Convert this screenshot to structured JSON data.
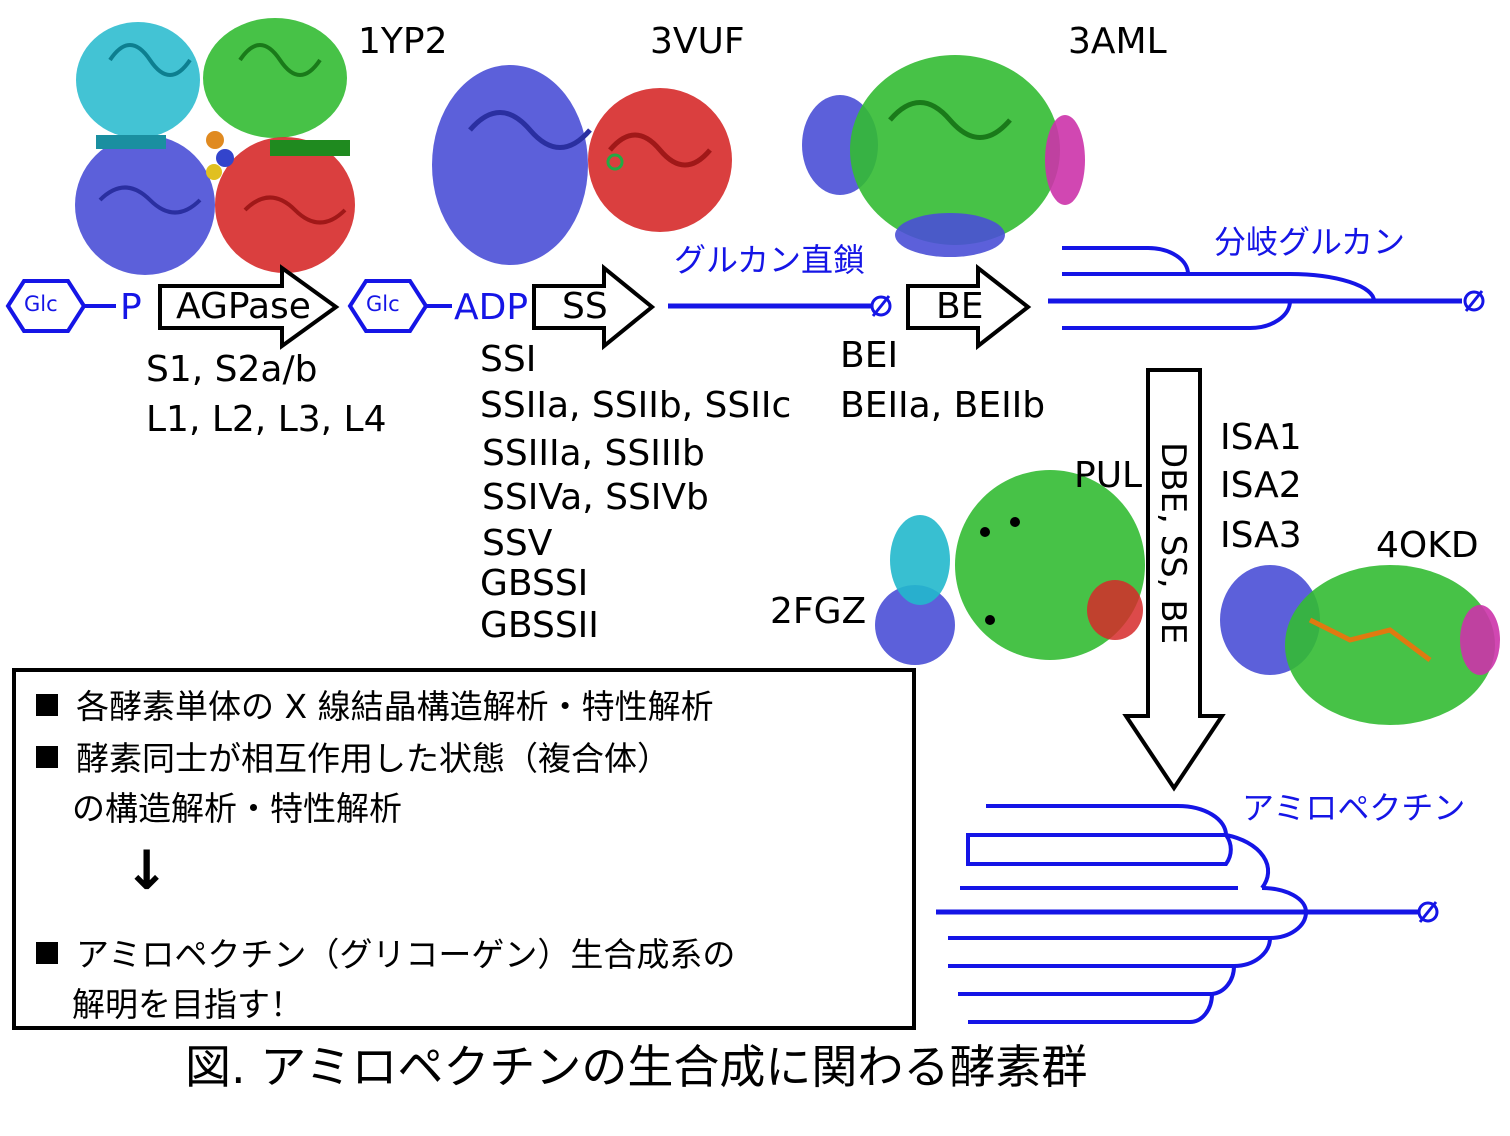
{
  "pdb_ids": {
    "agpase": "1YP2",
    "ss": "3VUF",
    "be": "3AML",
    "pul": "PUL",
    "pul_pdb": "2FGZ",
    "isa_pdb": "4OKD"
  },
  "pathway": {
    "glc_label": "Glc",
    "p_label": "P",
    "adp_label": "ADP",
    "agpase_label": "AGPase",
    "ss_label": "SS",
    "be_label": "BE",
    "dbe_label": "DBE, SS, BE",
    "linear_glucan": "グルカン直鎖",
    "branched_glucan": "分岐グルカン",
    "amylopectin": "アミロペクチン",
    "terminal_symbol": "∅"
  },
  "enzyme_lists": {
    "agpase": [
      "S1, S2a/b",
      "L1, L2, L3, L4"
    ],
    "ss": [
      "SSI",
      "SSIIa, SSIIb, SSIIc",
      "SSIIIa, SSIIIb",
      "SSIVa, SSIVb",
      "SSV",
      "GBSSI",
      "GBSSII"
    ],
    "be": [
      "BEI",
      "BEIIa, BEIIb"
    ],
    "isa": [
      "ISA1",
      "ISA2",
      "ISA3"
    ]
  },
  "summary": {
    "bullet1": "各酵素単体の X 線結晶構造解析・特性解析",
    "bullet2_line1": "酵素同士が相互作用した状態（複合体）",
    "bullet2_line2": "の構造解析・特性解析",
    "arrow": "↓",
    "bullet3_line1": "アミロペクチン（グリコーゲン）生合成系の",
    "bullet3_line2": "解明を目指す！"
  },
  "caption": "図. アミロペクチンの生合成に関わる酵素群",
  "colors": {
    "pathway_blue": "#1515e6",
    "protein_green": "#33bb33",
    "protein_blue": "#4a4fd6",
    "protein_red": "#d62a2a",
    "protein_cyan": "#22b8cc",
    "protein_magenta": "#cc33aa"
  }
}
